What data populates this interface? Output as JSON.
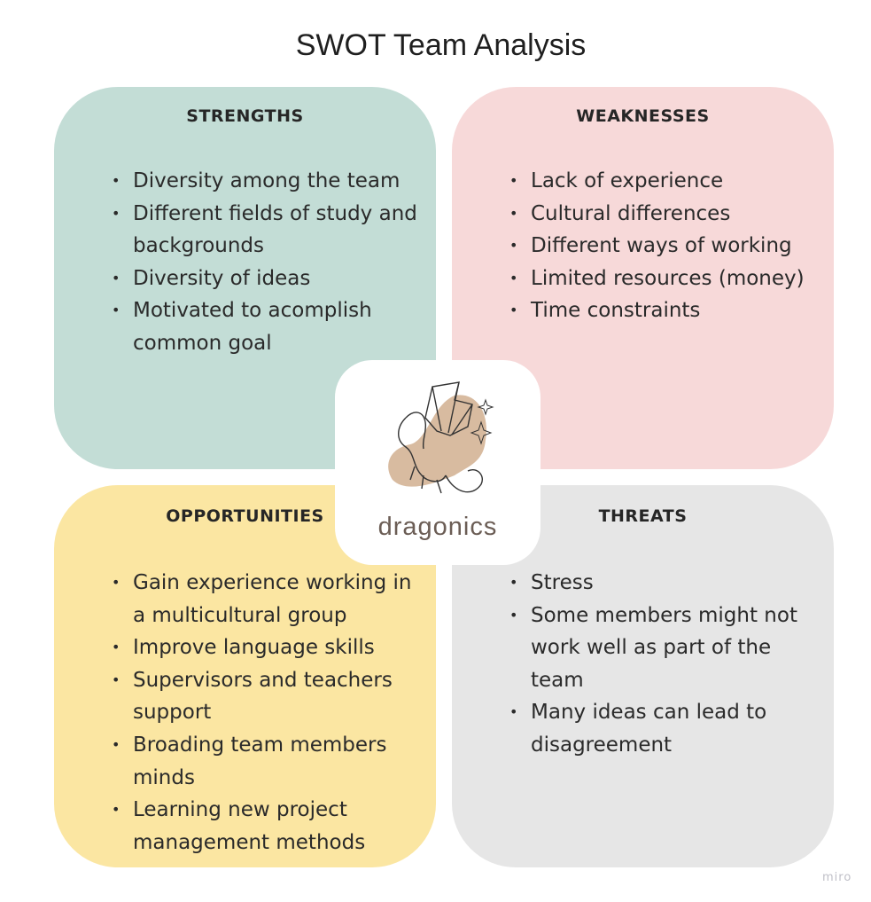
{
  "title": "SWOT Team Analysis",
  "colors": {
    "strengths": "#c3ddd6",
    "weaknesses": "#f7d9d9",
    "opportunities": "#fbe6a2",
    "threats": "#e6e6e6"
  },
  "strengths": {
    "heading": "STRENGTHS",
    "items": [
      "Diversity among the team",
      "Different fields of study and backgrounds",
      "Diversity of ideas",
      "Motivated to acomplish common goal"
    ]
  },
  "weaknesses": {
    "heading": "WEAKNESSES",
    "items": [
      "Lack of experience",
      "Cultural differences",
      "Different ways of working",
      "Limited resources (money)",
      "Time constraints"
    ]
  },
  "opportunities": {
    "heading": "OPPORTUNITIES",
    "items": [
      "Gain experience working in a multicultural group",
      "Improve language skills",
      "Supervisors and teachers support",
      "Broading team members minds",
      "Learning new project management methods"
    ]
  },
  "threats": {
    "heading": "THREATS",
    "items": [
      "Stress",
      "Some members might not work well as part of the team",
      "Many ideas can lead to disagreement"
    ]
  },
  "logo": {
    "text": "dragonics",
    "icon": "dragon-icon"
  },
  "watermark": "miro"
}
